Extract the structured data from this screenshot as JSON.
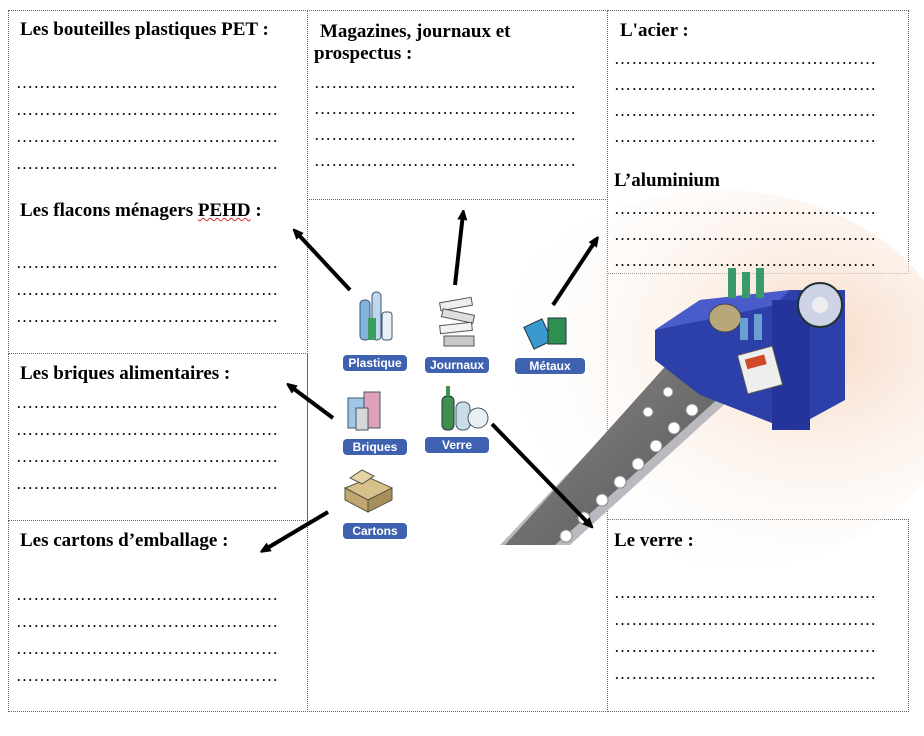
{
  "sections": {
    "pet": {
      "title": "Les bouteilles plastiques PET :"
    },
    "pehd": {
      "title_prefix": "Les flacons ménagers ",
      "title_term": "PEHD",
      "title_suffix": " :"
    },
    "briques": {
      "title": "Les briques alimentaires :"
    },
    "cartons": {
      "title": "Les cartons d’emballage :"
    },
    "magazines": {
      "title_line1": "Magazines, journaux et",
      "title_line2": "prospectus :"
    },
    "acier": {
      "title": "L'acier :"
    },
    "aluminium": {
      "title": "L’aluminium"
    },
    "verre": {
      "title": "Le verre :"
    }
  },
  "dotted_line": "………………………………………",
  "bins": {
    "plastique": "Plastique",
    "journaux": "Journaux",
    "metaux": "Métaux",
    "briques": "Briques",
    "verre": "Verre",
    "cartons": "Cartons"
  },
  "colors": {
    "label_blue": "#3f62b0",
    "machine_blue": "#2d3fa8",
    "belt_gray": "#6c6c6c"
  }
}
